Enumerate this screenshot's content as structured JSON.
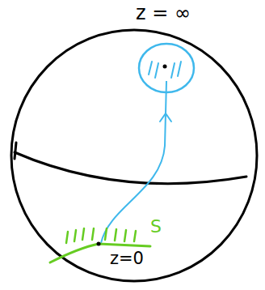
{
  "diagram": {
    "labels": [
      "z = ∞",
      "S",
      "z=0"
    ]
  }
}
